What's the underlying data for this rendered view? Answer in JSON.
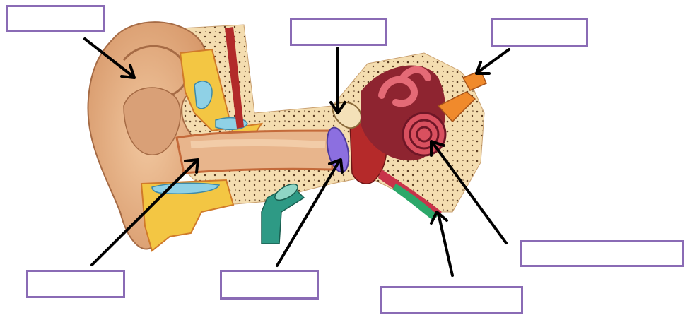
{
  "diagram": {
    "labels": [
      {
        "id": "outer-ear-pinna",
        "text": ""
      },
      {
        "id": "ear-canal",
        "text": ""
      },
      {
        "id": "ossicles",
        "text": ""
      },
      {
        "id": "eardrum",
        "text": ""
      },
      {
        "id": "auditory-nerve",
        "text": ""
      },
      {
        "id": "cochlea",
        "text": ""
      },
      {
        "id": "eustachian-tube",
        "text": ""
      }
    ],
    "colors": {
      "box_border": "#8a6bb5",
      "skin": "#e6b48a",
      "fat": "#f3c643",
      "bone": "#f4ddb0",
      "eardrum": "#8c6fe0",
      "cochlea": "#d9505f",
      "nerve": "#f08a2c",
      "tube": "#2e9a85",
      "vein_red": "#b22a2a"
    }
  }
}
